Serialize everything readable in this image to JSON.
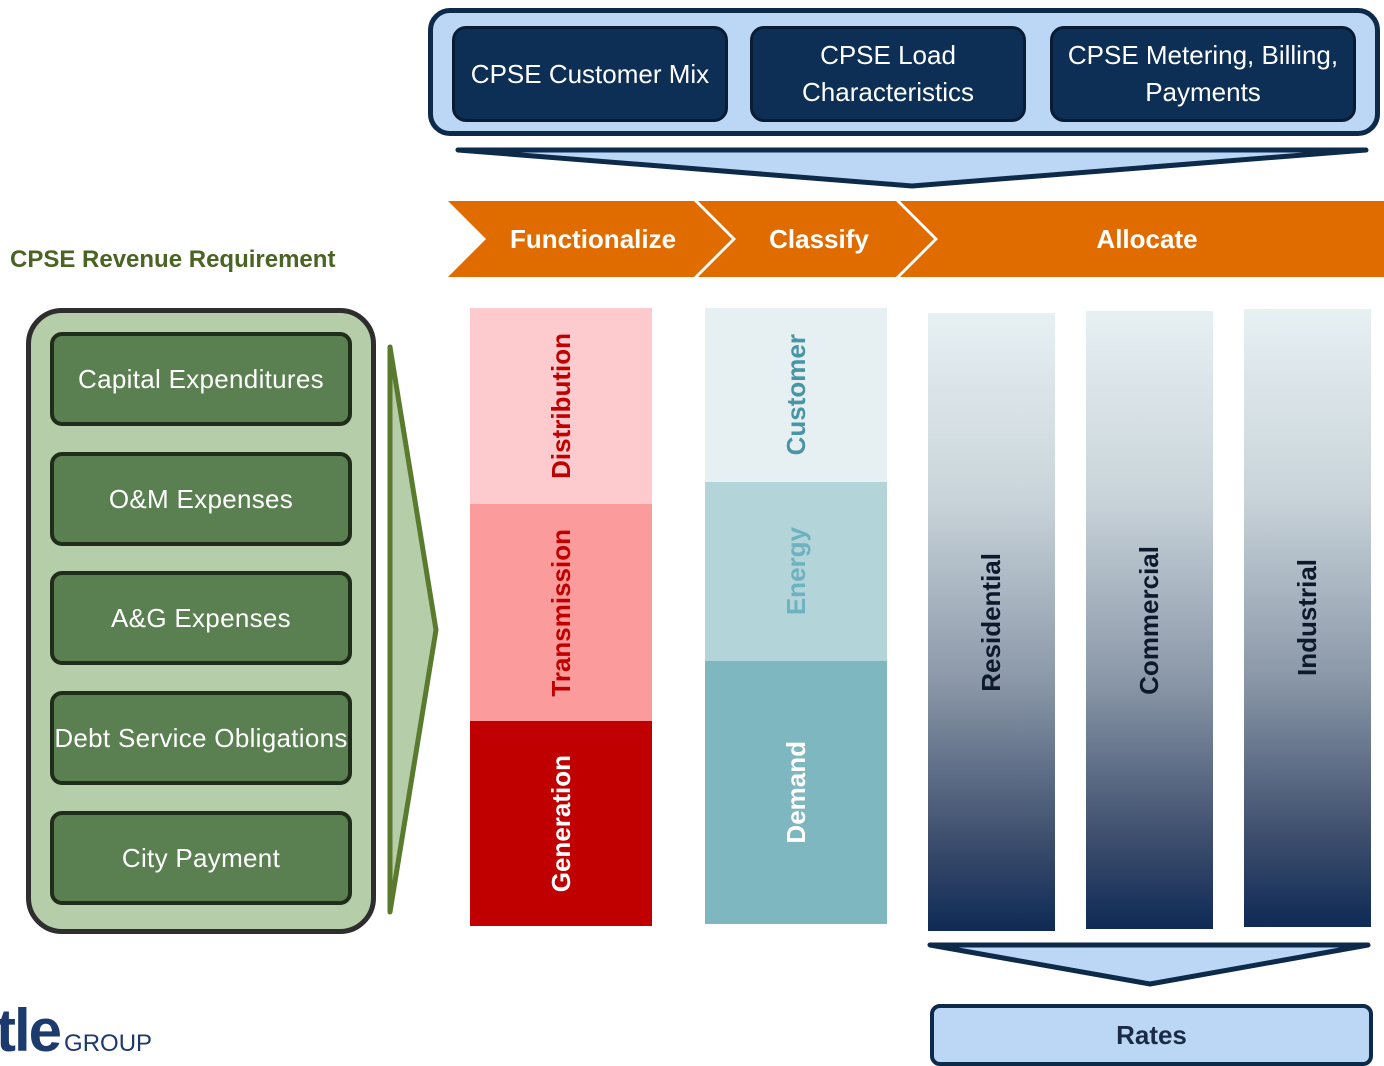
{
  "inputs": [
    "CPSE Customer Mix",
    "CPSE Load Characteristics",
    "CPSE Metering, Billing, Payments"
  ],
  "process_steps": [
    "Functionalize",
    "Classify",
    "Allocate"
  ],
  "revenue_requirement": {
    "title": "CPSE Revenue Requirement",
    "items": [
      "Capital Expenditures",
      "O&M Expenses",
      "A&G Expenses",
      "Debt Service Obligations",
      "City Payment"
    ]
  },
  "functions": [
    "Distribution",
    "Transmission",
    "Generation"
  ],
  "classifications": [
    "Customer",
    "Energy",
    "Demand"
  ],
  "customer_classes": [
    "Residential",
    "Commercial",
    "Industrial"
  ],
  "output": "Rates",
  "logo": {
    "fragment": "tle",
    "suffix": "GROUP"
  },
  "colors": {
    "navy": "#0d2f55",
    "light_blue": "#bcd7f6",
    "orange": "#e06c00",
    "green_dark": "#5a7f50",
    "green_light": "#b6cda9",
    "distribution": "#fdcbce",
    "transmission": "#fc9b9c",
    "generation": "#c00000",
    "customer": "#e6f0f2",
    "energy": "#b3d5d9",
    "demand": "#7fb7c0"
  }
}
